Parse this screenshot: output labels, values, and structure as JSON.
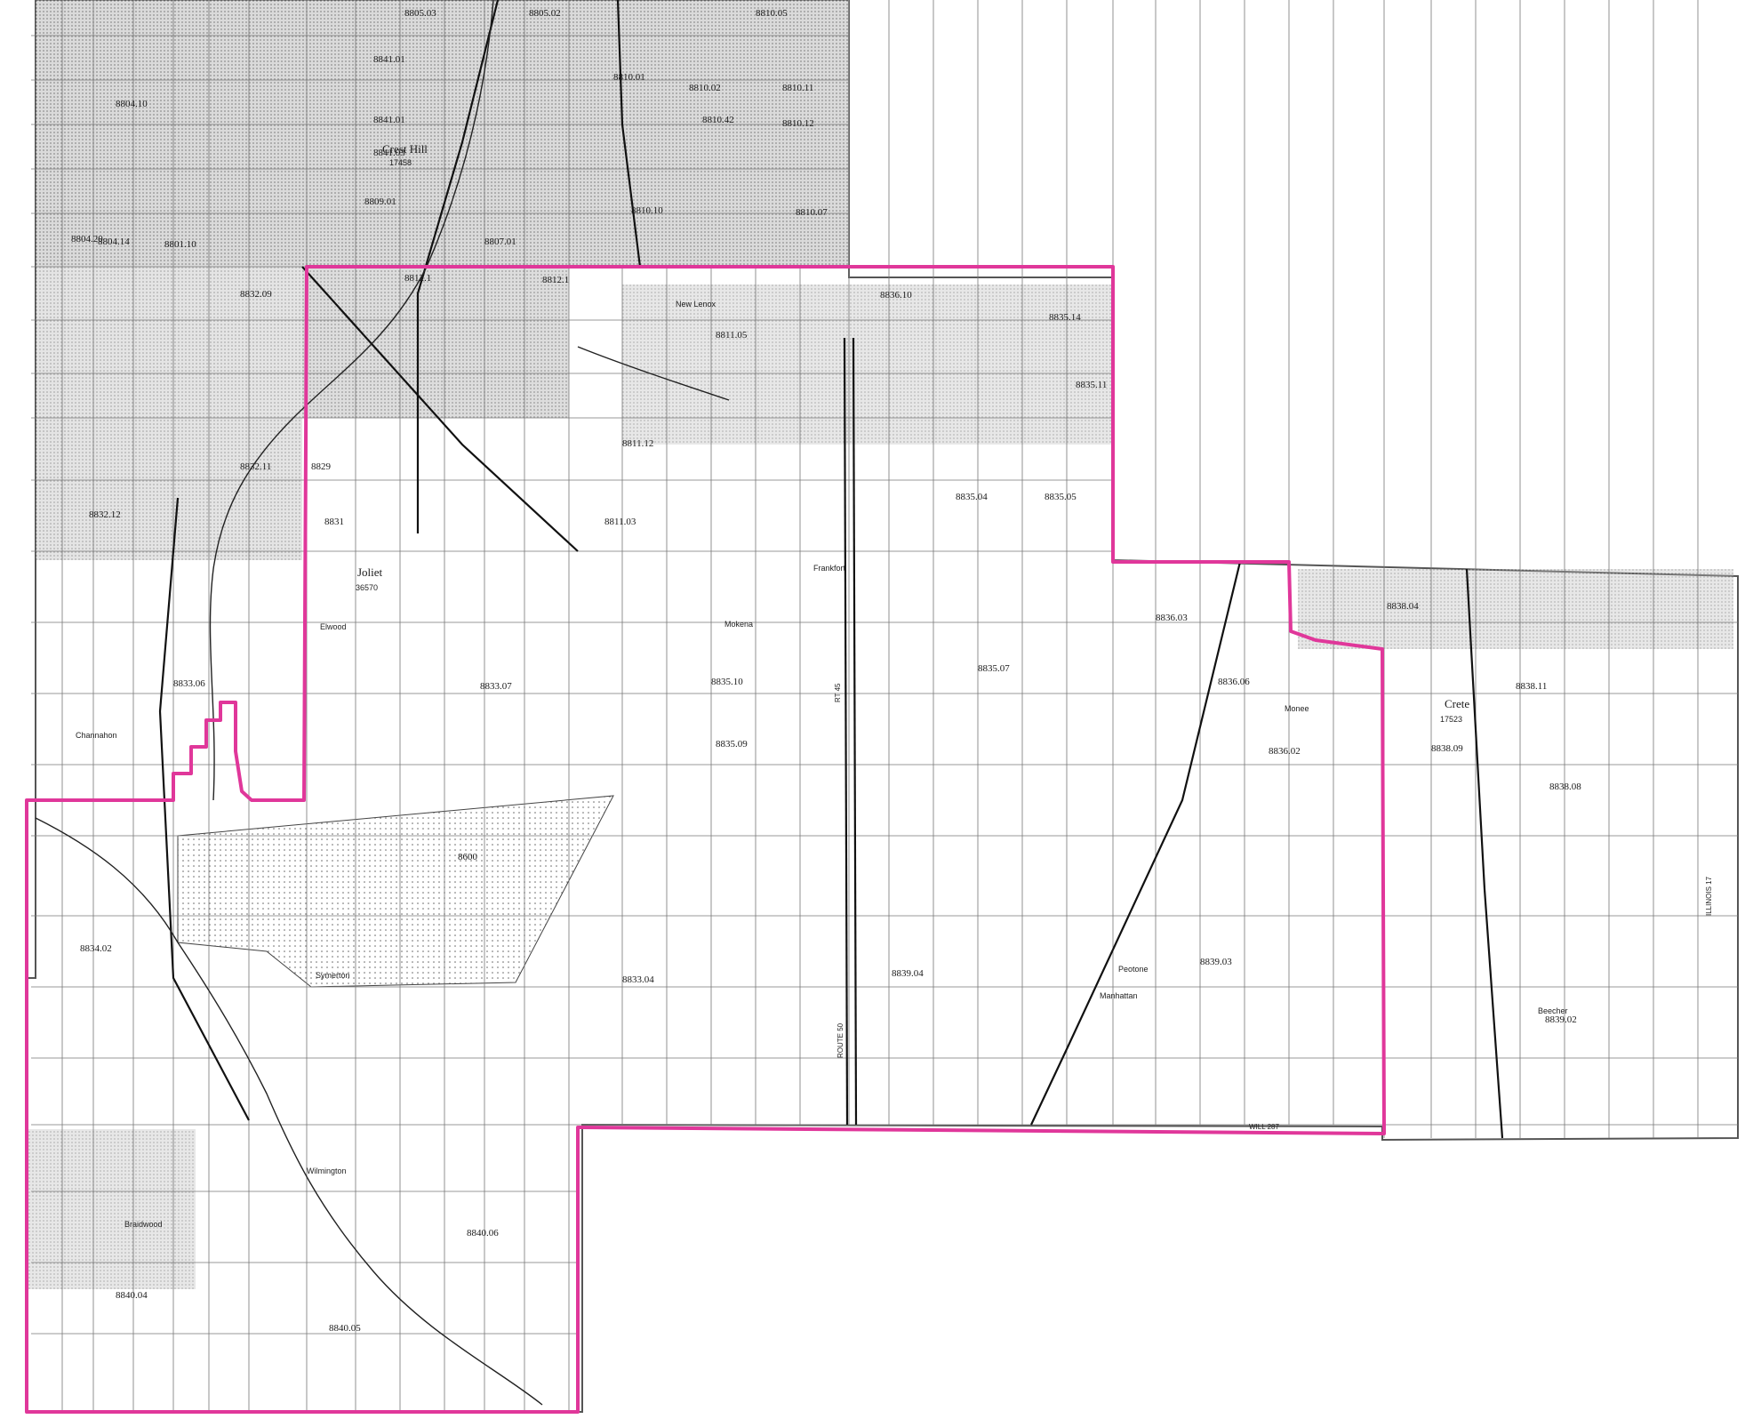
{
  "map": {
    "boundary_color": "#e0379a",
    "census_tracts": [
      "8805.03",
      "8805.02",
      "8810.05",
      "8841.01",
      "8810.01",
      "8810.02",
      "8810.11",
      "8841.01",
      "8810.42",
      "8810.12",
      "8841.03",
      "8809.01",
      "8810.10",
      "8810.07",
      "8807.01",
      "8804.10",
      "8804.20",
      "8804.14",
      "8801.10",
      "8832.09",
      "8812.1",
      "8812.1",
      "8836.10",
      "8835.14",
      "8811.05",
      "8835.11",
      "8811.12",
      "8811.03",
      "8835.04",
      "8835.05",
      "8829",
      "8831",
      "8832.12",
      "8832.11",
      "8833.06",
      "8833.07",
      "8835.10",
      "8835.07",
      "8835.09",
      "8836.03",
      "8836.06",
      "8836.02",
      "8838.04",
      "8838.11",
      "8838.09",
      "8838.08",
      "8600",
      "8834.02",
      "8833.04",
      "8839.04",
      "8839.03",
      "8839.02",
      "8840.06",
      "8840.04",
      "8840.05"
    ],
    "places": [
      {
        "name": "Crest Hill",
        "pop": "17458"
      },
      {
        "name": "Joliet",
        "pop": "36570"
      },
      {
        "name": "Crete",
        "pop": "17523"
      }
    ],
    "small_places": [
      "New Lenox",
      "Frankfort",
      "Mokena",
      "Elwood",
      "Channahon",
      "Manhattan",
      "Peotone",
      "Monee",
      "Wilmington",
      "Braidwood",
      "Symerton",
      "Beecher"
    ],
    "road_labels": [
      "ILLINOIS 17",
      "WILL 287",
      "ROUTE 50",
      "RT 45"
    ]
  }
}
